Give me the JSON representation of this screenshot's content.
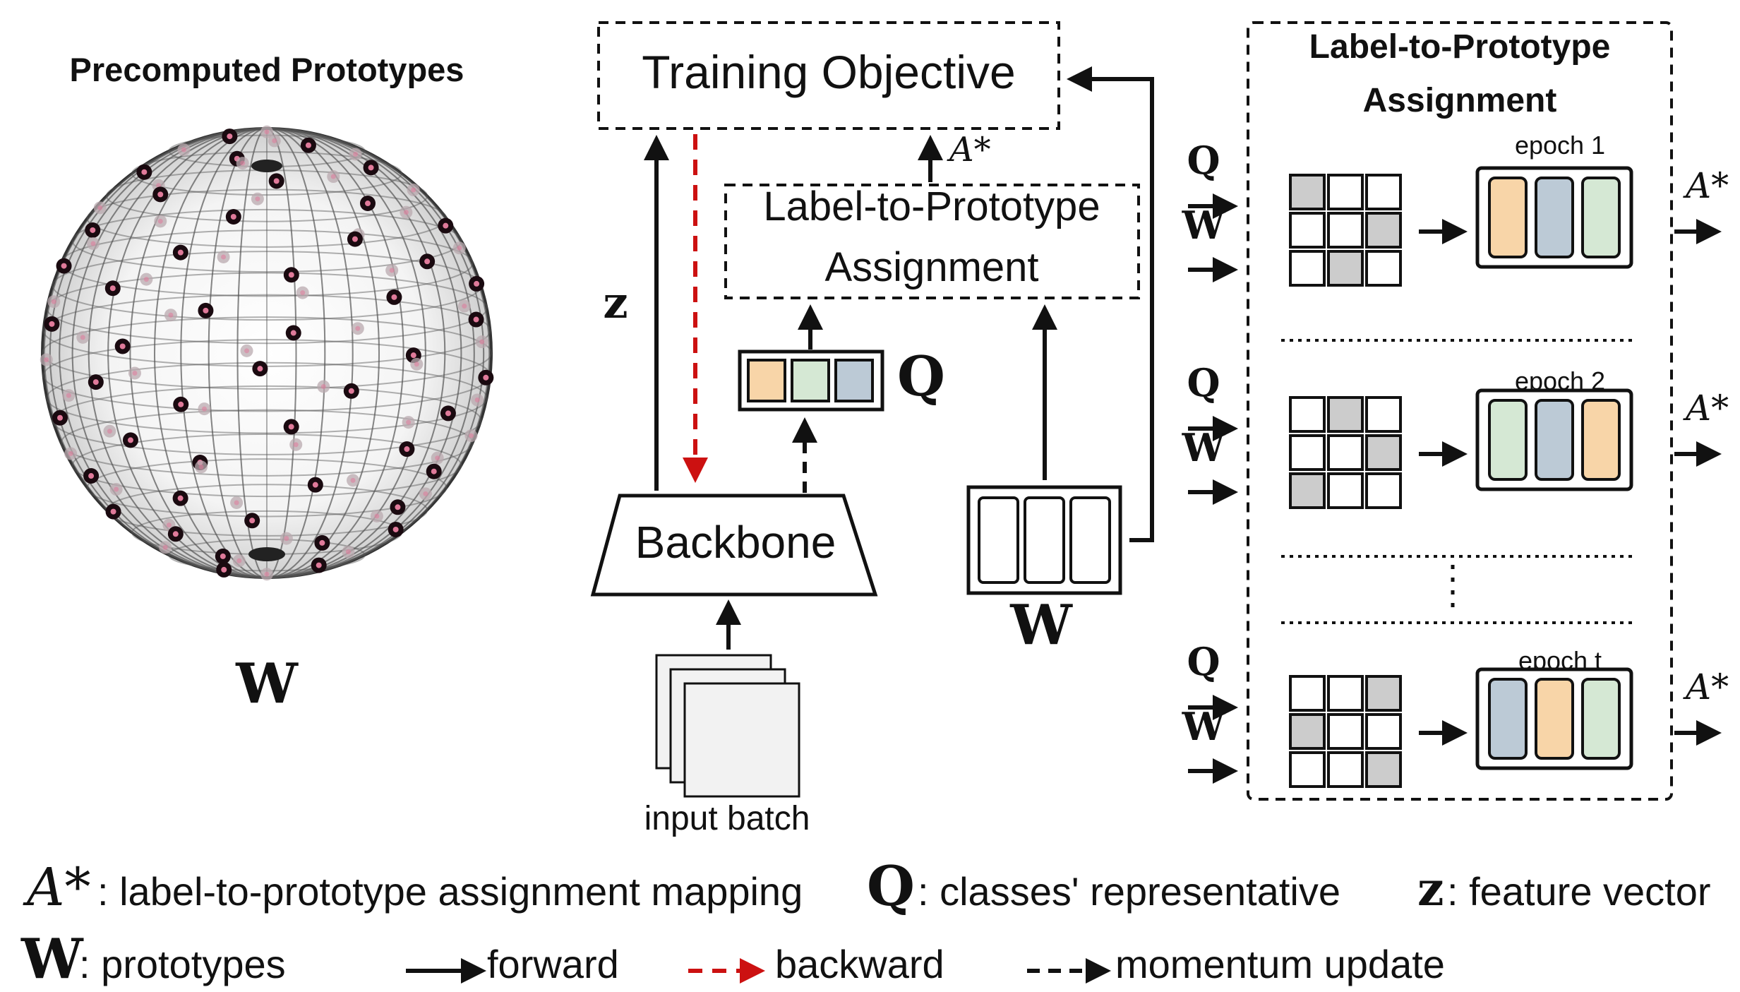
{
  "sphere": {
    "title": "Precomputed Prototypes",
    "symbol": "W"
  },
  "pipeline": {
    "training_objective": "Training Objective",
    "a_star_up": "A*",
    "ltp_line1": "Label-to-Prototype",
    "ltp_line2": "Assignment",
    "q_label": "Q",
    "z_label": "z",
    "backbone": "Backbone",
    "w_label": "W",
    "input_batch": "input batch"
  },
  "panel": {
    "title_line1": "Label-to-Prototype",
    "title_line2": "Assignment",
    "q_in": "Q",
    "w_in": "W",
    "a_out": "A*",
    "epochs": [
      {
        "label": "epoch 1",
        "colors": [
          "#f8d5a8",
          "#bccad6",
          "#d5e8d4"
        ]
      },
      {
        "label": "epoch 2",
        "colors": [
          "#d5e8d4",
          "#bccad6",
          "#f8d5a8"
        ]
      },
      {
        "label": "epoch t",
        "colors": [
          "#bccad6",
          "#f8d5a8",
          "#d5e8d4"
        ]
      }
    ]
  },
  "q_colors": [
    "#f8d5a8",
    "#d5e8d4",
    "#bccad6"
  ],
  "legend": {
    "a_sym": "A*",
    "a_desc": ": label-to-prototype assignment mapping",
    "q_sym": "Q",
    "q_desc": ": classes' representative",
    "z_sym": "z",
    "z_desc": ": feature vector",
    "w_sym": "W",
    "w_desc": " : prototypes",
    "forward": "forward",
    "backward": "backward",
    "momentum": "momentum update"
  },
  "colors": {
    "backward": "#cc1111",
    "grid_fill": "#cccccc",
    "point_dark": "#1a0a10",
    "point_center": "#e07a9a"
  }
}
